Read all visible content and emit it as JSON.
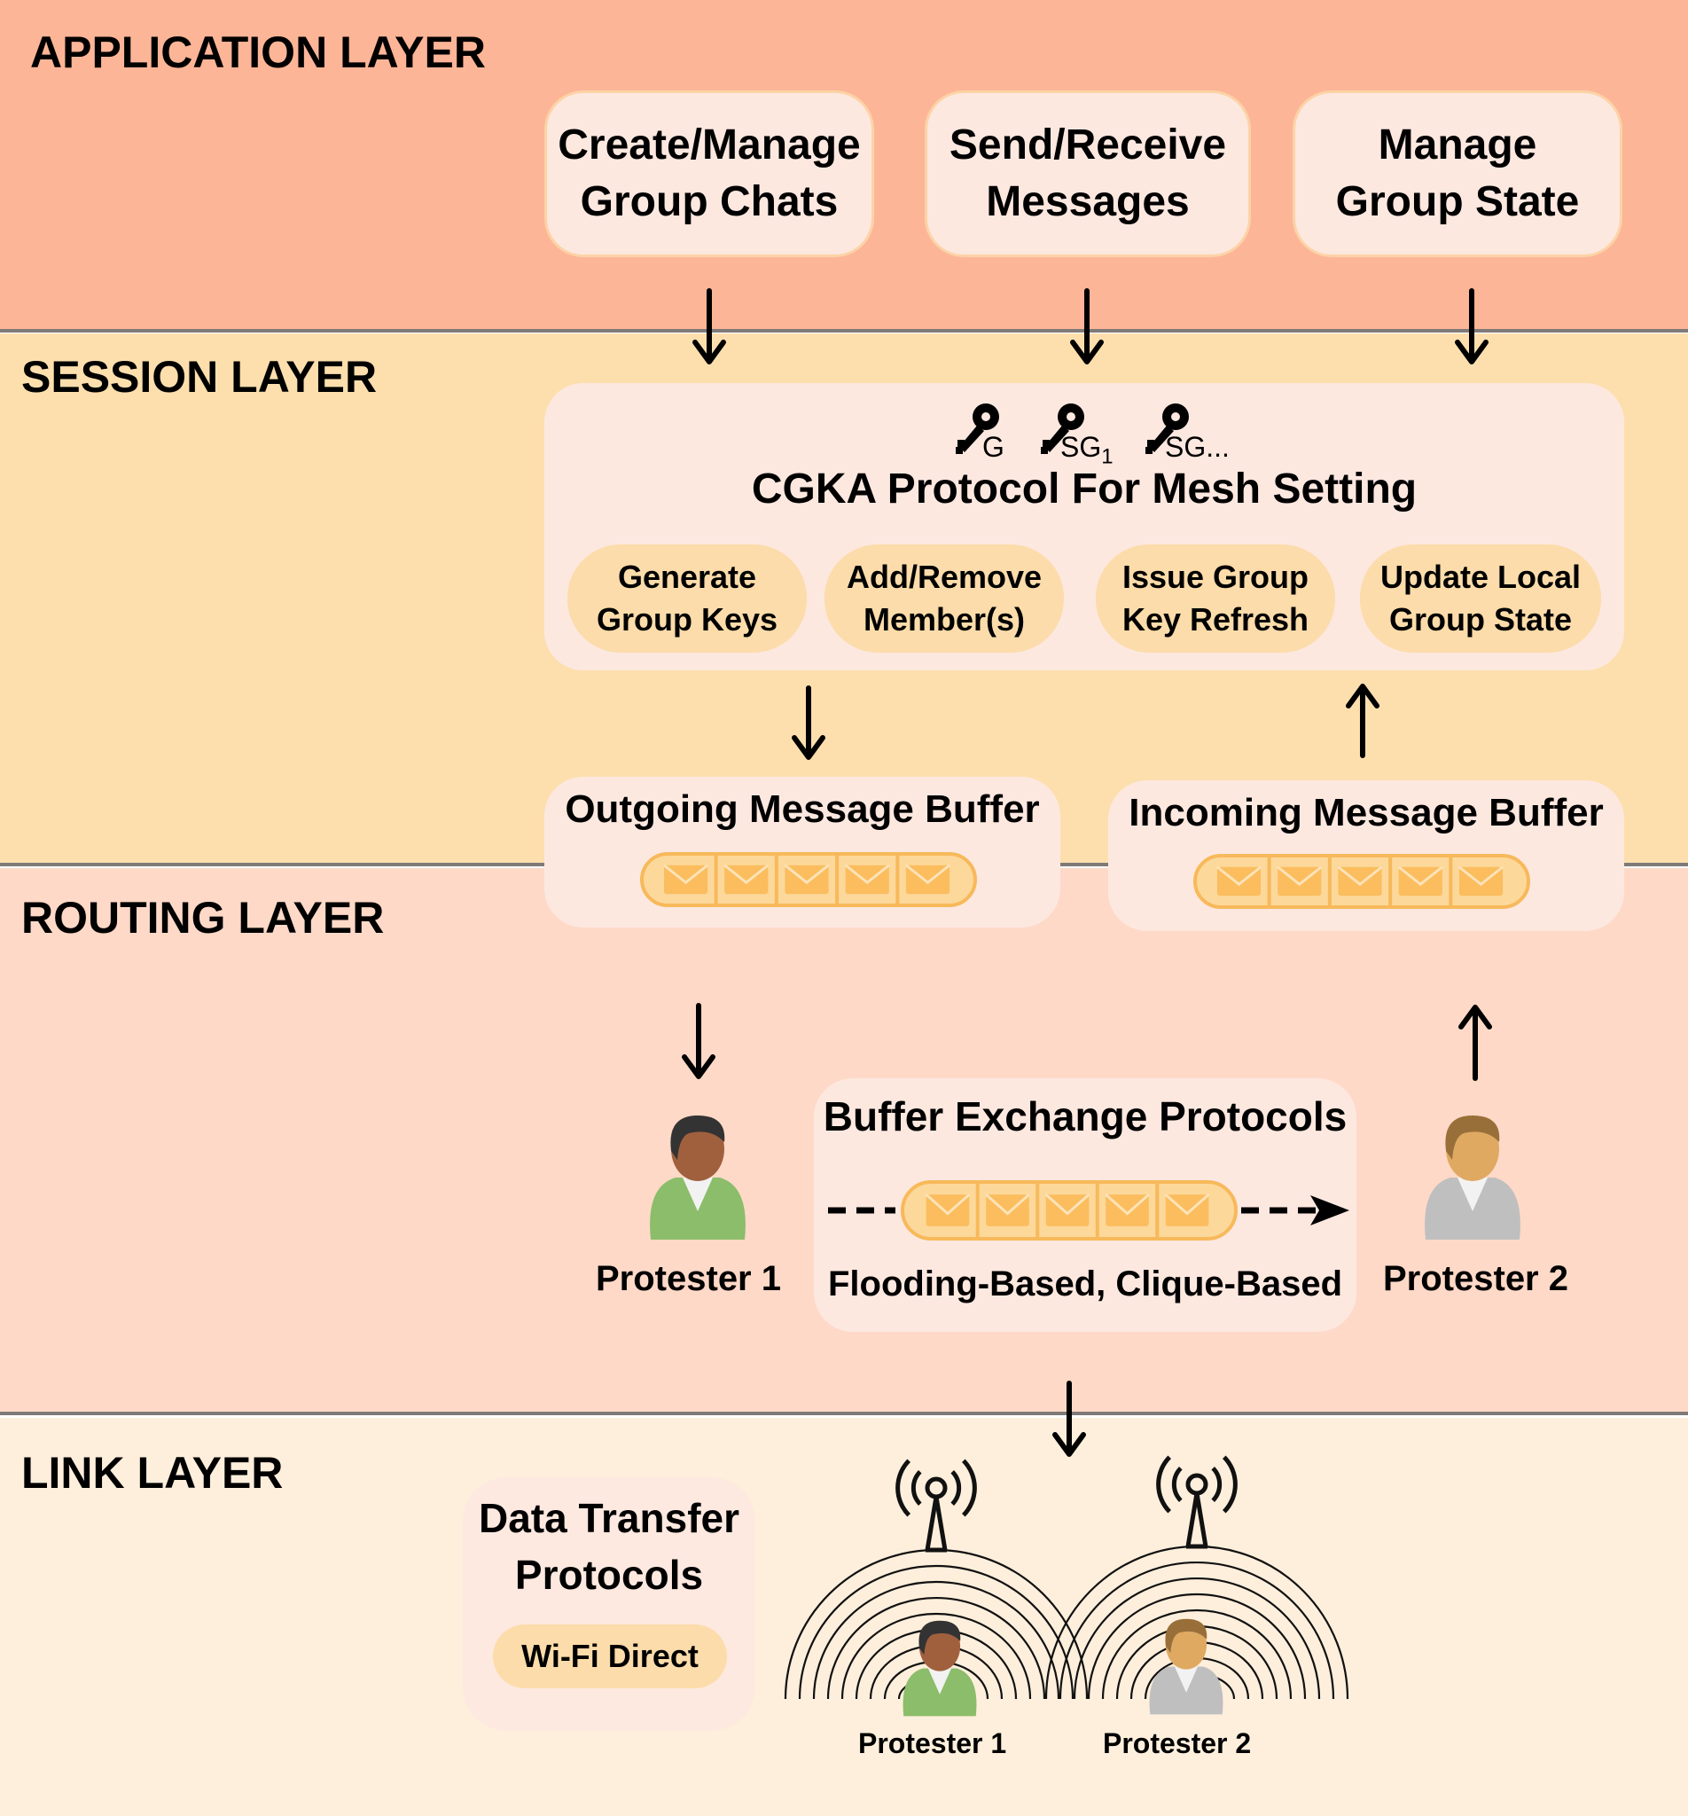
{
  "layers": {
    "application": {
      "title": "APPLICATION LAYER",
      "boxes": [
        {
          "line1": "Create/Manage",
          "line2": "Group Chats"
        },
        {
          "line1": "Send/Receive",
          "line2": "Messages"
        },
        {
          "line1": "Manage",
          "line2": "Group State"
        }
      ],
      "background": "#fdb597"
    },
    "session": {
      "title": "SESSION LAYER",
      "background": "#fddfae",
      "cgka": {
        "keys": [
          {
            "label": "G",
            "sub": ""
          },
          {
            "label": "SG",
            "sub": "1"
          },
          {
            "label": "SG...",
            "sub": ""
          }
        ],
        "title": "CGKA Protocol For Mesh Setting",
        "functions": [
          {
            "line1": "Generate",
            "line2": "Group Keys"
          },
          {
            "line1": "Add/Remove",
            "line2": "Member(s)"
          },
          {
            "line1": "Issue Group",
            "line2": "Key Refresh"
          },
          {
            "line1": "Update Local",
            "line2": "Group State"
          }
        ]
      },
      "outgoing_buffer": {
        "title": "Outgoing Message Buffer",
        "message_count": 5
      },
      "incoming_buffer": {
        "title": "Incoming Message Buffer",
        "message_count": 5
      }
    },
    "routing": {
      "title": "ROUTING LAYER",
      "background": "#fed9c7",
      "protester1": "Protester 1",
      "protester2": "Protester 2",
      "exchange": {
        "title": "Buffer Exchange Protocols",
        "subtitle": "Flooding-Based, Clique-Based",
        "message_count": 5
      }
    },
    "link": {
      "title": "LINK LAYER",
      "background": "#feefdc",
      "data_transfer": {
        "line1": "Data Transfer",
        "line2": "Protocols",
        "pill": "Wi-Fi Direct"
      },
      "protester1": "Protester 1",
      "protester2": "Protester 2"
    }
  },
  "colors": {
    "envelope": "#fbbd5e",
    "buffer_fill": "#fdd89b",
    "buffer_border": "#f7b95a",
    "panel": "#fde8e0",
    "pill": "#fcdcaa"
  }
}
